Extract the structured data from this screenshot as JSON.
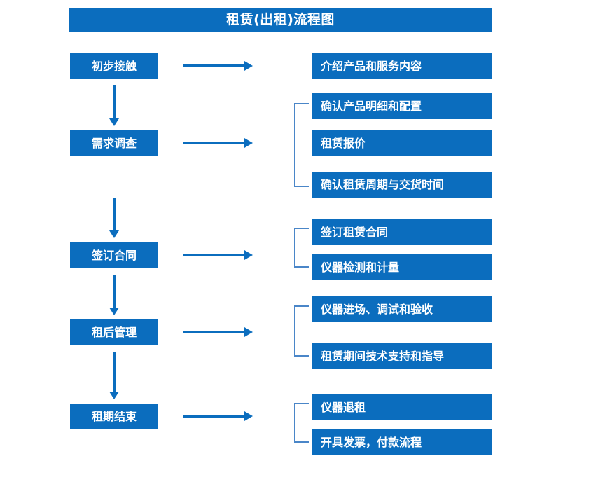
{
  "header": {
    "title": "租赁(出租)流程图"
  },
  "colors": {
    "primary_blue": "#0B6DBE",
    "bracket_blue": "#4A86C8",
    "box_text": "#FFFFFF",
    "background": "#FFFFFF"
  },
  "flow": {
    "stages": [
      {
        "label": "初步接触",
        "details": [
          "介绍产品和服务内容"
        ]
      },
      {
        "label": "需求调查",
        "details": [
          "确认产品明细和配置",
          "租赁报价",
          "确认租赁周期与交货时间"
        ]
      },
      {
        "label": "签订合同",
        "details": [
          "签订租赁合同",
          "仪器检测和计量"
        ]
      },
      {
        "label": "租后管理",
        "details": [
          "仪器进场、调试和验收",
          "租赁期间技术支持和指导"
        ]
      },
      {
        "label": "租期结束",
        "details": [
          "仪器退租",
          "开具发票，付款流程"
        ]
      }
    ]
  }
}
